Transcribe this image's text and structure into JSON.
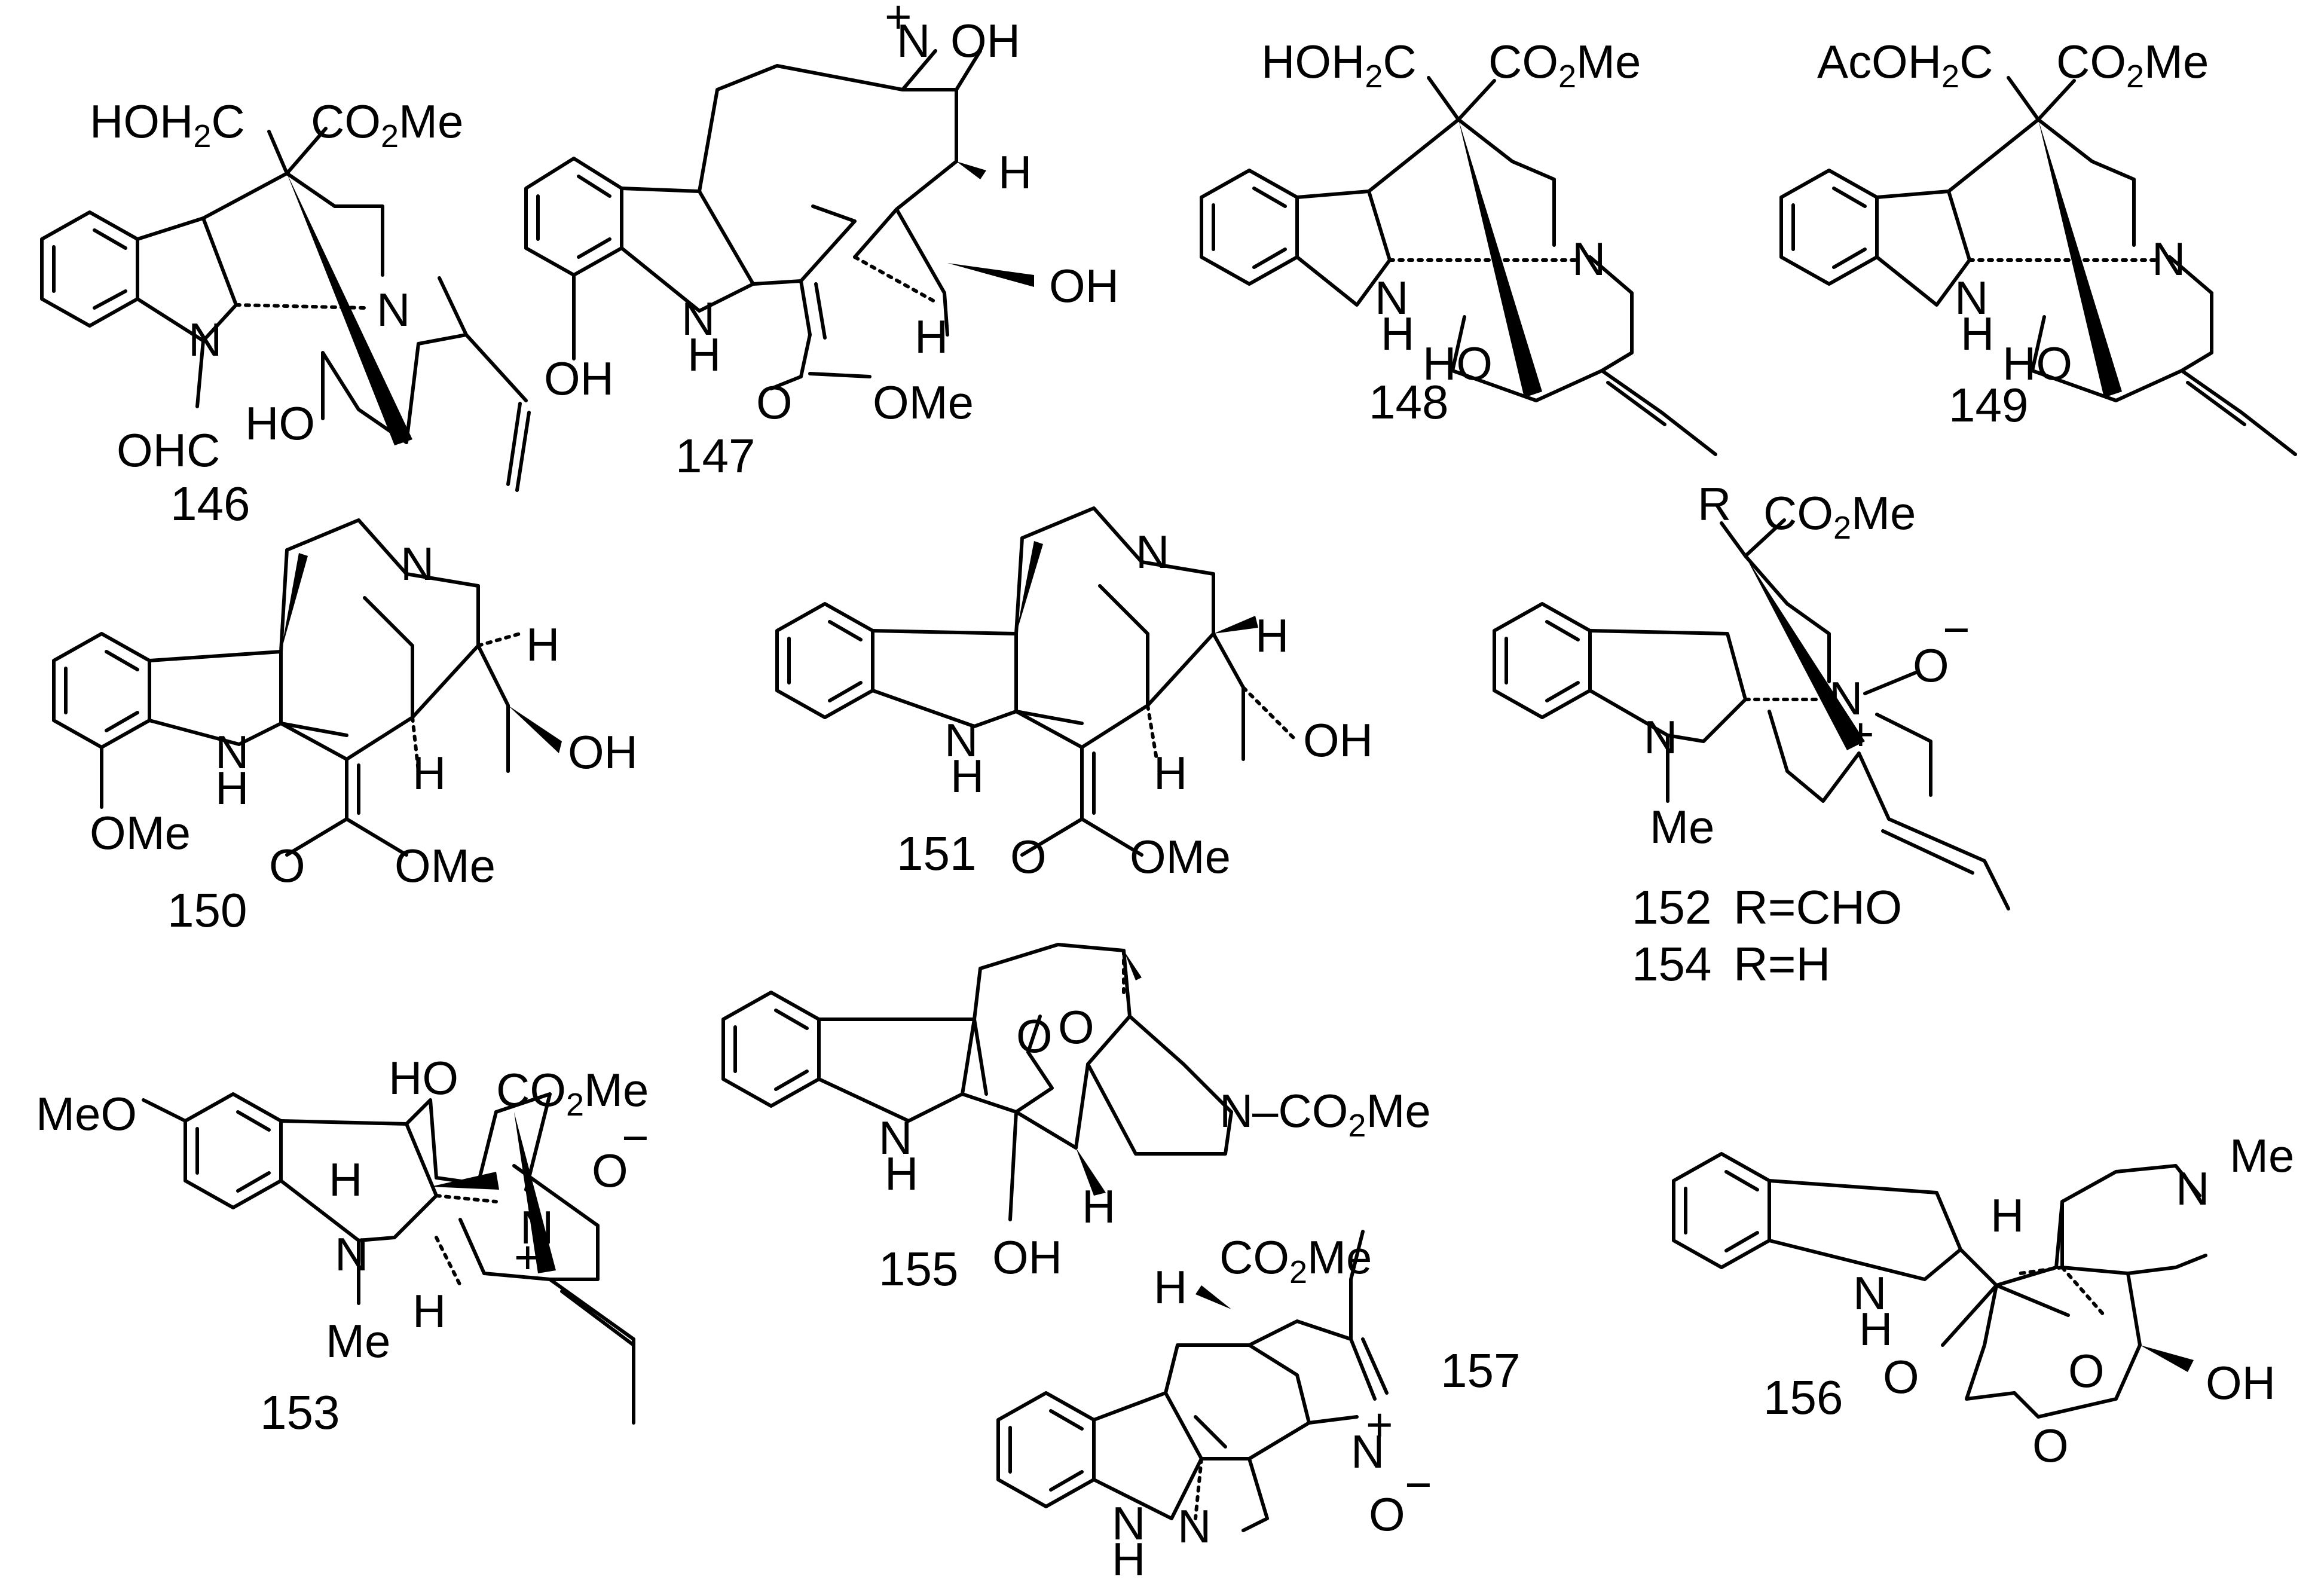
{
  "compounds": {
    "c146": {
      "label": "146",
      "t1": "HOH",
      "t1s": "2",
      "t1b": "C",
      "t2": "CO",
      "t2s": "2",
      "t2b": "Me",
      "n1": "N",
      "n2": "N",
      "ho": "HO",
      "ohc": "OHC"
    },
    "c147": {
      "label": "147",
      "nplus": "N",
      "plus": "+",
      "oh1": "OH",
      "h1": "H",
      "oh2": "OH",
      "h2": "H",
      "nh": "N",
      "nhh": "H",
      "oh3": "OH",
      "o": "O",
      "ome": "OMe"
    },
    "c148": {
      "label": "148",
      "t1": "HOH",
      "t1s": "2",
      "t1b": "C",
      "t2": "CO",
      "t2s": "2",
      "t2b": "Me",
      "n": "N",
      "nh": "N",
      "nhh": "H",
      "ho": "HO"
    },
    "c149": {
      "label": "149",
      "t1": "AcOH",
      "t1s": "2",
      "t1b": "C",
      "t2": "CO",
      "t2s": "2",
      "t2b": "Me",
      "n": "N",
      "nh": "N",
      "nhh": "H",
      "ho": "HO"
    },
    "c150": {
      "label": "150",
      "n": "N",
      "h1": "H",
      "oh": "OH",
      "nh": "N",
      "nhh": "H",
      "h2": "H",
      "ome1": "OMe",
      "o": "O",
      "ome2": "OMe"
    },
    "c151": {
      "label": "151",
      "n": "N",
      "h1": "H",
      "oh": "OH",
      "nh": "N",
      "nhh": "H",
      "h2": "H",
      "o": "O",
      "ome": "OMe"
    },
    "c152": {
      "label": "152",
      "rdef": "R=CHO",
      "r": "R",
      "t2": "CO",
      "t2s": "2",
      "t2b": "Me",
      "nplus": "N",
      "plus": "+",
      "o": "O",
      "minus": "−",
      "n": "N",
      "me": "Me"
    },
    "c154": {
      "label": "154",
      "rdef": "R=H"
    },
    "c153": {
      "label": "153",
      "meo": "MeO",
      "ho": "HO",
      "t2": "CO",
      "t2s": "2",
      "t2b": "Me",
      "o": "O",
      "minus": "−",
      "nplus": "N",
      "plus": "+",
      "h1": "H",
      "n": "N",
      "me": "Me",
      "h2": "H"
    },
    "c155": {
      "label": "155",
      "o1": "O",
      "o2": "O",
      "n": "N",
      "nco": "–CO",
      "ncos": "2",
      "ncob": "Me",
      "nh": "N",
      "nhh": "H",
      "h": "H",
      "oh": "OH"
    },
    "c156": {
      "label": "156",
      "h": "H",
      "n": "N",
      "me": "Me",
      "nh": "N",
      "nhh": "H",
      "o1": "O",
      "o2": "O",
      "oh": "OH",
      "o3": "O"
    },
    "c157": {
      "label": "157",
      "h": "H",
      "t2": "CO",
      "t2s": "2",
      "t2b": "Me",
      "nh": "N",
      "nhh": "H",
      "n2": "N",
      "nplus": "N",
      "plus": "+",
      "o": "O",
      "minus": "−"
    }
  }
}
